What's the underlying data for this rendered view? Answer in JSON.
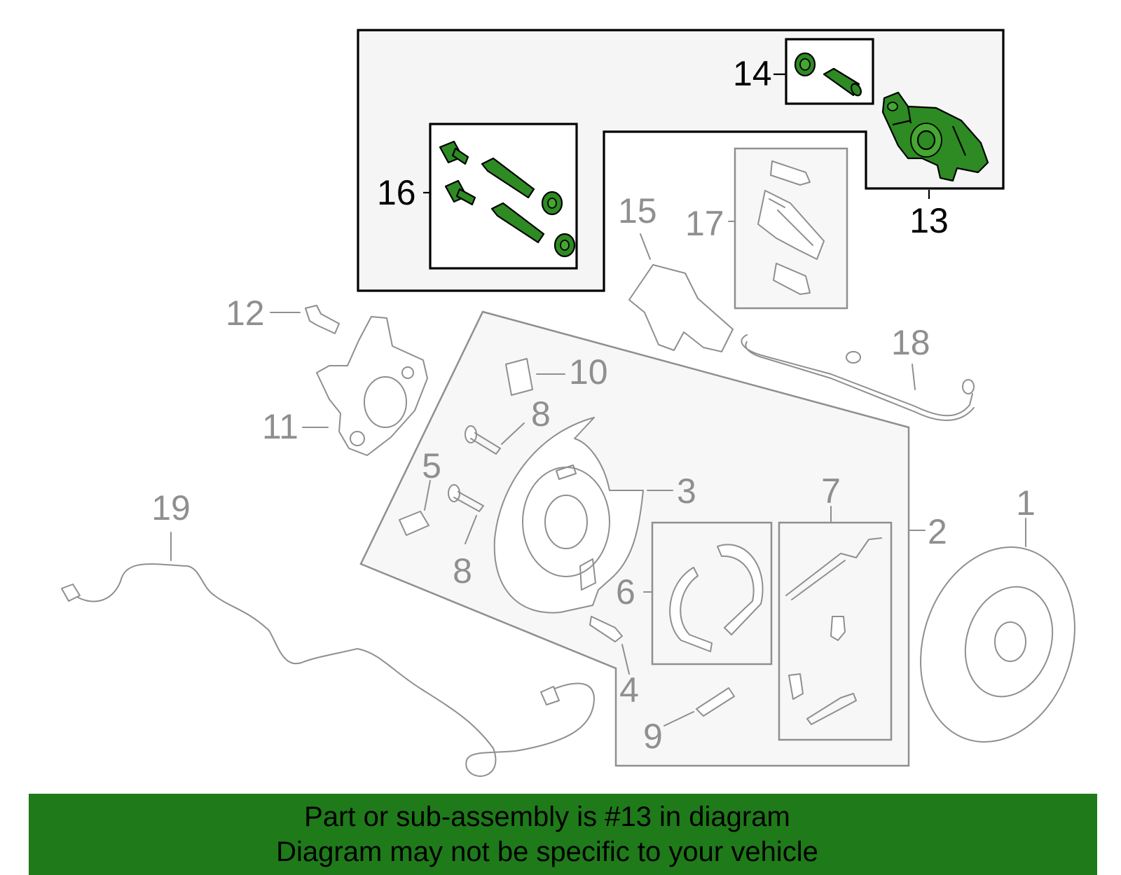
{
  "labels": {
    "p1": "1",
    "p2": "2",
    "p3": "3",
    "p4": "4",
    "p5": "5",
    "p6": "6",
    "p7": "7",
    "p8a": "8",
    "p8b": "8",
    "p9": "9",
    "p10": "10",
    "p11": "11",
    "p12": "12",
    "p13": "13",
    "p14": "14",
    "p15": "15",
    "p16": "16",
    "p17": "17",
    "p18": "18",
    "p19": "19"
  },
  "highlight": {
    "part": "13",
    "color": "#2e8a23"
  },
  "banner": {
    "line1": "Part or sub-assembly is #13 in diagram",
    "line2": "Diagram may not be specific to your vehicle",
    "color": "#1f7a1a"
  }
}
